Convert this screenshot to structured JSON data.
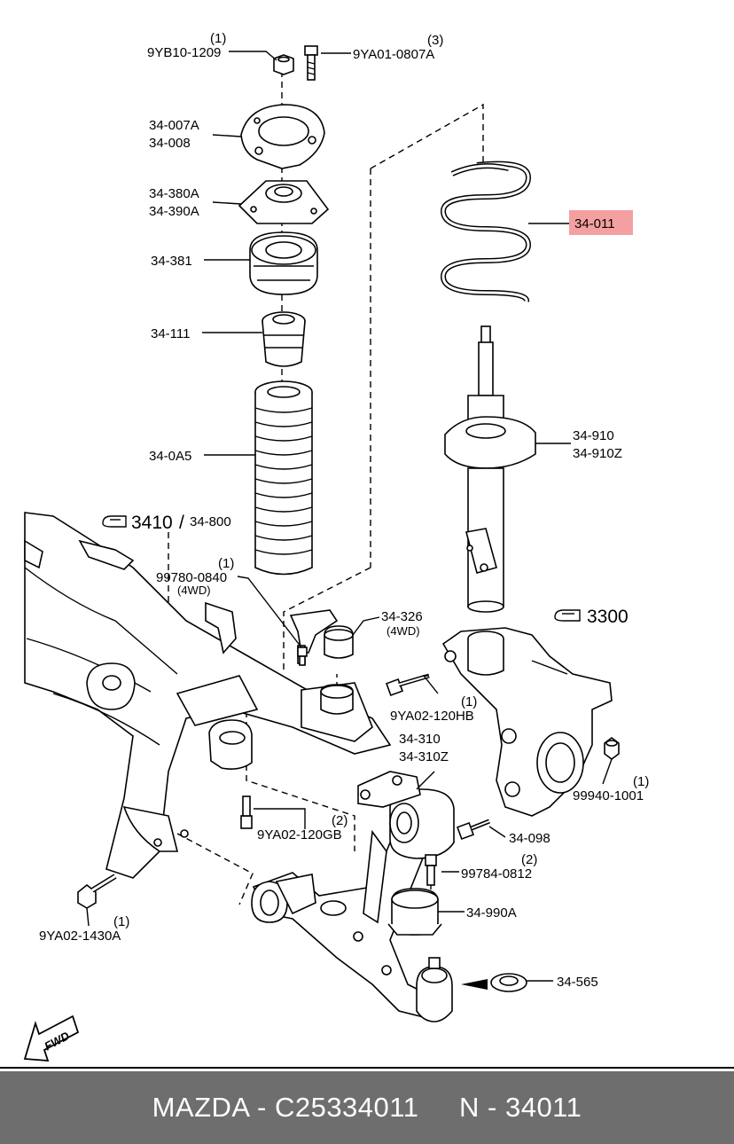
{
  "parts": [
    {
      "number": "9YB10-1209",
      "qty": "(1)"
    },
    {
      "number": "9YA01-0807A",
      "qty": "(3)"
    },
    {
      "number": "34-007A",
      "alt": "34-008"
    },
    {
      "number": "34-380A",
      "alt": "34-390A"
    },
    {
      "number": "34-381"
    },
    {
      "number": "34-011"
    },
    {
      "number": "34-111"
    },
    {
      "number": "34-0A5"
    },
    {
      "number": "34-910",
      "alt": "34-910Z"
    },
    {
      "number": "34-800"
    },
    {
      "number": "99780-0840",
      "qty": "(1)",
      "note": "(4WD)"
    },
    {
      "number": "34-326",
      "note": "(4WD)"
    },
    {
      "number": "9YA02-120HB",
      "qty": "(1)"
    },
    {
      "number": "34-310",
      "alt": "34-310Z"
    },
    {
      "number": "99940-1001",
      "qty": "(1)"
    },
    {
      "number": "9YA02-120GB",
      "qty": "(2)"
    },
    {
      "number": "34-098"
    },
    {
      "number": "99784-0812",
      "qty": "(2)"
    },
    {
      "number": "34-990A"
    },
    {
      "number": "9YA02-1430A",
      "qty": "(1)"
    },
    {
      "number": "34-565"
    }
  ],
  "refs": [
    {
      "group": "3410",
      "sep": "/"
    },
    {
      "group": "3300"
    }
  ],
  "highlight_color": "#f4a0a0",
  "fwd_label": "FWD",
  "footer": {
    "text": "MAZDA - C25334011     N - 34011"
  }
}
